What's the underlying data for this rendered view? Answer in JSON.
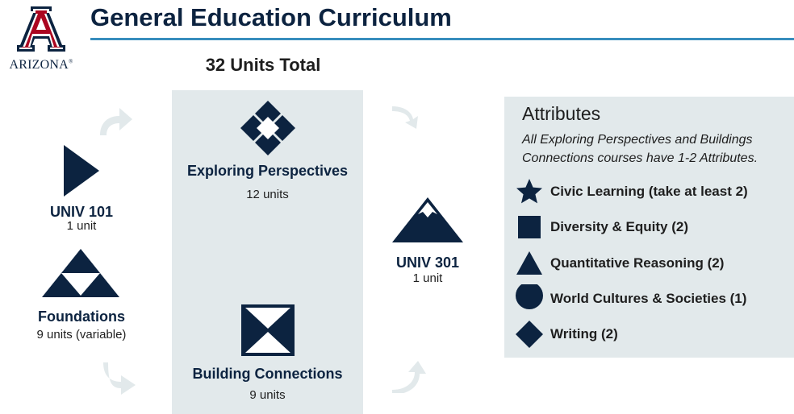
{
  "logo": {
    "letter": "A",
    "word": "ARIZONA",
    "trademark": "®"
  },
  "header": {
    "title": "General Education Curriculum",
    "total": "32 Units Total"
  },
  "nodes": {
    "univ101": {
      "title": "UNIV 101",
      "units": "1 unit",
      "icon": "play-triangle-icon"
    },
    "foundations": {
      "title": "Foundations",
      "units": "9 units (variable)",
      "icon": "triforce-icon"
    },
    "exploring": {
      "title": "Exploring Perspectives",
      "units": "12 units",
      "icon": "four-diamond-icon"
    },
    "building": {
      "title": "Building Connections",
      "units": "9 units",
      "icon": "hourglass-square-icon"
    },
    "univ301": {
      "title": "UNIV 301",
      "units": "1 unit",
      "icon": "mountain-icon"
    }
  },
  "attributes": {
    "heading": "Attributes",
    "note": "All Exploring Perspectives and Buildings Connections courses have 1-2 Attributes.",
    "items": [
      {
        "label": "Civic Learning (take at least 2)",
        "icon": "star-icon"
      },
      {
        "label": "Diversity & Equity (2)",
        "icon": "square-icon"
      },
      {
        "label": "Quantitative Reasoning (2)",
        "icon": "triangle-icon"
      },
      {
        "label": "World Cultures & Societies (1)",
        "icon": "circle-icon"
      },
      {
        "label": "Writing (2)",
        "icon": "diamond-icon"
      }
    ]
  },
  "colors": {
    "navy": "#0c2340",
    "red": "#ab0520",
    "blue_rule": "#378dbd",
    "panel": "#e2e9eb",
    "arrow": "#e2e9eb"
  }
}
